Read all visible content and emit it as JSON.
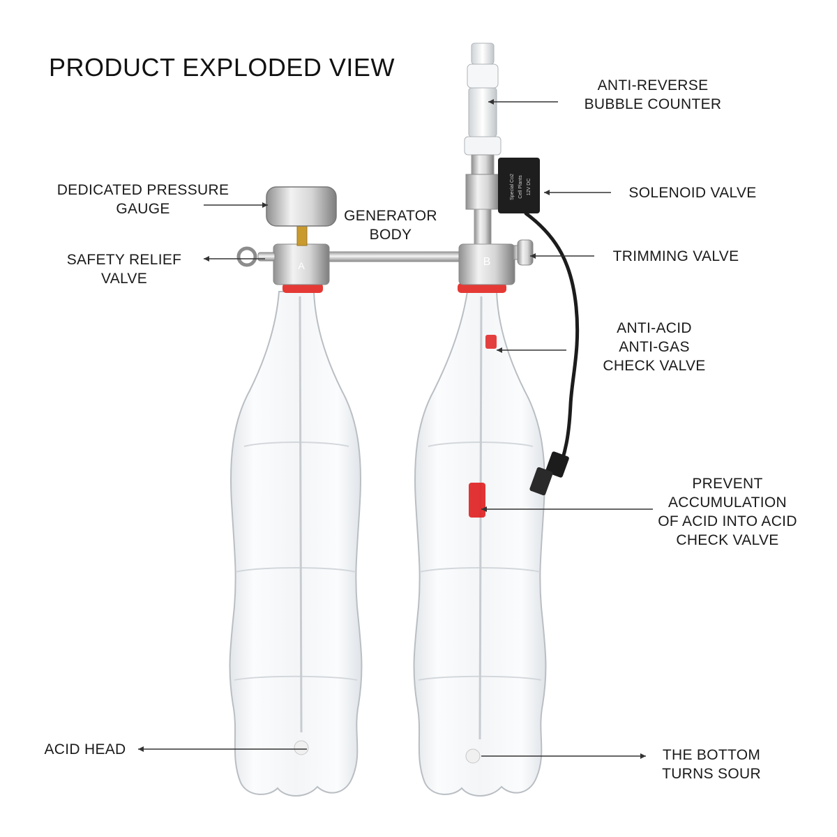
{
  "title": "PRODUCT EXPLODED VIEW",
  "labels": {
    "bubble_counter": [
      "ANTI-REVERSE",
      "BUBBLE COUNTER"
    ],
    "pressure_gauge": [
      "DEDICATED PRESSURE",
      "GAUGE"
    ],
    "solenoid_valve": [
      "SOLENOID VALVE"
    ],
    "generator_body": [
      "GENERATOR",
      "BODY"
    ],
    "safety_relief_valve": [
      "SAFETY RELIEF",
      "VALVE"
    ],
    "trimming_valve": [
      "TRIMMING VALVE"
    ],
    "check_valve": [
      "ANTI-ACID",
      "ANTI-GAS",
      "CHECK VALVE"
    ],
    "prevent_accumulation": [
      "PREVENT",
      "ACCUMULATION",
      "OF ACID INTO ACID",
      "CHECK VALVE"
    ],
    "acid_head": [
      "ACID HEAD"
    ],
    "bottom_sour": [
      "THE BOTTOM",
      "TURNS SOUR"
    ]
  },
  "part_marks": {
    "bottle_a": "A",
    "bottle_b": "B",
    "solenoid_print": [
      "Special Co2",
      "Cell Plants",
      "12V DC"
    ]
  },
  "colors": {
    "seal_ring": "#e53935",
    "metal": "#c9c9c9",
    "bottle_edge": "#b9bec3",
    "cable": "#1c1c1c",
    "check_valve_red": "#e01e1e"
  }
}
